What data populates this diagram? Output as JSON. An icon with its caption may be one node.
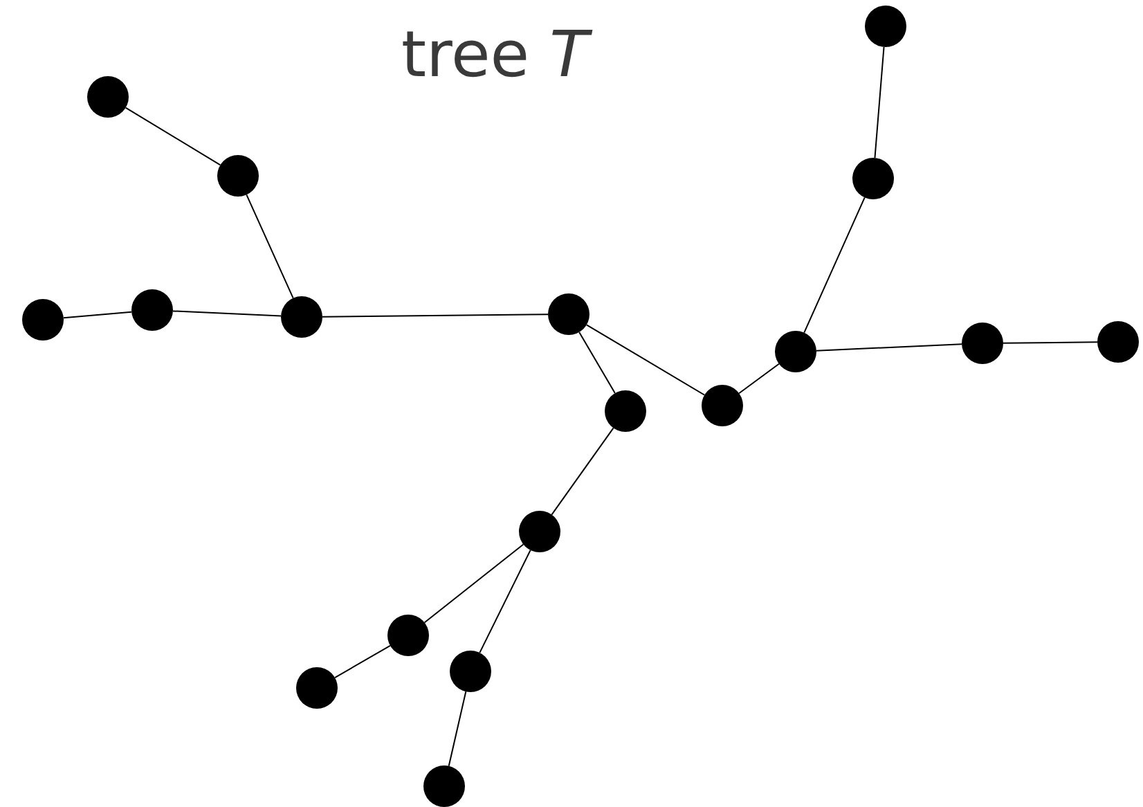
{
  "diagram": {
    "title": "tree *T*",
    "nodes": [
      {
        "text": [],
        "shape": "circle"
      },
      {
        "text": [],
        "shape": "circle"
      },
      {
        "text": [],
        "shape": "circle"
      },
      {
        "text": [],
        "shape": "circle"
      },
      {
        "text": [],
        "shape": "circle"
      },
      {
        "text": [],
        "shape": "circle"
      },
      {
        "text": [],
        "shape": "circle"
      },
      {
        "text": [],
        "shape": "circle"
      },
      {
        "text": [],
        "shape": "circle"
      },
      {
        "text": [],
        "shape": "circle"
      },
      {
        "text": [],
        "shape": "circle"
      },
      {
        "text": [],
        "shape": "circle"
      },
      {
        "text": [],
        "shape": "circle"
      },
      {
        "text": [],
        "shape": "circle"
      },
      {
        "text": [],
        "shape": "circle"
      },
      {
        "text": [],
        "shape": "circle"
      },
      {
        "text": [],
        "shape": "circle"
      },
      {
        "text": [],
        "shape": "circle"
      }
    ],
    "edges": [
      {
        "from": 0,
        "to": 1,
        "arrow": "none"
      },
      {
        "from": 1,
        "to": 2,
        "arrow": "none"
      },
      {
        "from": 4,
        "to": 3,
        "arrow": "none"
      },
      {
        "from": 3,
        "to": 2,
        "arrow": "none"
      },
      {
        "from": 2,
        "to": 5,
        "arrow": "none"
      },
      {
        "from": 5,
        "to": 6,
        "arrow": "none"
      },
      {
        "from": 5,
        "to": 7,
        "arrow": "none"
      },
      {
        "from": 7,
        "to": 8,
        "arrow": "none"
      },
      {
        "from": 8,
        "to": 9,
        "arrow": "none"
      },
      {
        "from": 9,
        "to": 10,
        "arrow": "none"
      },
      {
        "from": 8,
        "to": 11,
        "arrow": "none"
      },
      {
        "from": 11,
        "to": 12,
        "arrow": "none"
      },
      {
        "from": 6,
        "to": 13,
        "arrow": "none"
      },
      {
        "from": 13,
        "to": 14,
        "arrow": "none"
      },
      {
        "from": 14,
        "to": 15,
        "arrow": "none"
      },
      {
        "from": 13,
        "to": 16,
        "arrow": "none"
      },
      {
        "from": 16,
        "to": 17,
        "arrow": "none"
      }
    ]
  }
}
